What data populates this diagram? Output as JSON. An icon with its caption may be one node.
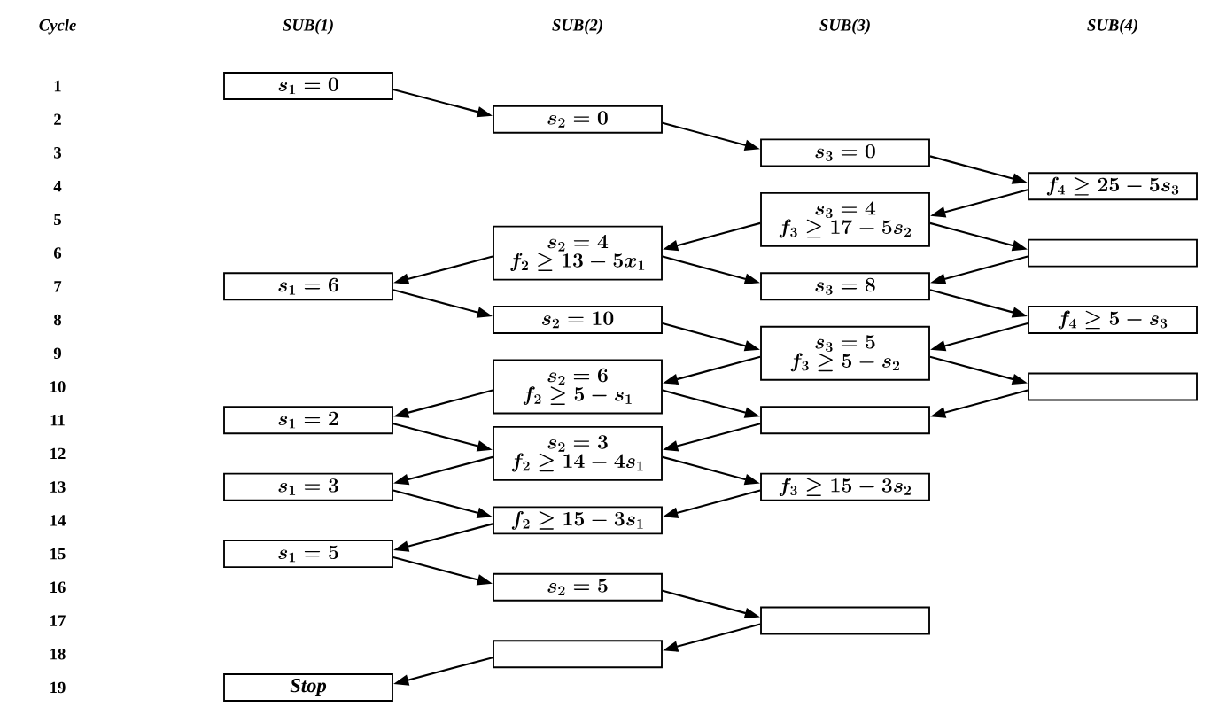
{
  "diagram": {
    "nodes": [
      {
        "text": [
          "s_1 = 0"
        ]
      },
      {
        "text": [
          "s_2 = 0"
        ]
      },
      {
        "text": [
          "s_3 = 0"
        ]
      },
      {
        "text": [
          "f_4 \\geq 25 - 5s_3"
        ]
      },
      {
        "text": [
          "s_3 = 4",
          "f_3 \\geq 17 - 5s_2"
        ]
      },
      {
        "text": [
          "s_2 = 4",
          "f_2 \\geq 13 - 5x_1"
        ]
      },
      {
        "text": [],
        "shape": "box"
      },
      {
        "text": [
          "s_1 = 6"
        ]
      },
      {
        "text": [
          "s_3 = 8"
        ]
      },
      {
        "text": [
          "s_2 = 10"
        ]
      },
      {
        "text": [
          "f_4 \\geq 5 - s_3"
        ]
      },
      {
        "text": [
          "s_3 = 5",
          "f_3 \\geq 5 - s_2"
        ]
      },
      {
        "text": [
          "s_2 = 6",
          "f_2 \\geq 5 - s_1"
        ]
      },
      {
        "text": [],
        "shape": "box"
      },
      {
        "text": [
          "s_1 = 2"
        ]
      },
      {
        "text": [],
        "shape": "box"
      },
      {
        "text": [
          "s_2 = 3",
          "f_2 \\geq 14 - 4s_1"
        ]
      },
      {
        "text": [
          "s_1 = 3"
        ]
      },
      {
        "text": [
          "f_3 \\geq 15 - 3s_2"
        ]
      },
      {
        "text": [
          "f_2 \\geq 15 - 3s_1"
        ]
      },
      {
        "text": [
          "s_1 = 5"
        ]
      },
      {
        "text": [
          "s_2 = 5"
        ]
      },
      {
        "text": [],
        "shape": "box"
      },
      {
        "text": [],
        "shape": "box"
      },
      {
        "text": [
          "Stop"
        ]
      }
    ],
    "edges": [
      {
        "from": 0,
        "to": 1,
        "arrow": "to"
      },
      {
        "from": 1,
        "to": 2,
        "arrow": "to"
      },
      {
        "from": 2,
        "to": 3,
        "arrow": "to"
      },
      {
        "from": 3,
        "to": 4,
        "arrow": "to"
      },
      {
        "from": 4,
        "to": 5,
        "arrow": "to"
      },
      {
        "from": 4,
        "to": 6,
        "arrow": "to"
      },
      {
        "from": 5,
        "to": 7,
        "arrow": "to"
      },
      {
        "from": 5,
        "to": 8,
        "arrow": "to"
      },
      {
        "from": 6,
        "to": 8,
        "arrow": "to"
      },
      {
        "from": 7,
        "to": 9,
        "arrow": "to"
      },
      {
        "from": 8,
        "to": 10,
        "arrow": "to"
      },
      {
        "from": 9,
        "to": 11,
        "arrow": "to"
      },
      {
        "from": 10,
        "to": 11,
        "arrow": "to"
      },
      {
        "from": 11,
        "to": 12,
        "arrow": "to"
      },
      {
        "from": 11,
        "to": 13,
        "arrow": "to"
      },
      {
        "from": 12,
        "to": 14,
        "arrow": "to"
      },
      {
        "from": 12,
        "to": 15,
        "arrow": "to"
      },
      {
        "from": 13,
        "to": 15,
        "arrow": "to"
      },
      {
        "from": 14,
        "to": 16,
        "arrow": "to"
      },
      {
        "from": 15,
        "to": 16,
        "arrow": "to"
      },
      {
        "from": 16,
        "to": 17,
        "arrow": "to"
      },
      {
        "from": 16,
        "to": 18,
        "arrow": "to"
      },
      {
        "from": 17,
        "to": 19,
        "arrow": "to"
      },
      {
        "from": 18,
        "to": 19,
        "arrow": "to"
      },
      {
        "from": 19,
        "to": 20,
        "arrow": "to"
      },
      {
        "from": 20,
        "to": 21,
        "arrow": "to"
      },
      {
        "from": 21,
        "to": 22,
        "arrow": "to"
      },
      {
        "from": 22,
        "to": 23,
        "arrow": "to"
      },
      {
        "from": 23,
        "to": 24,
        "arrow": "to"
      }
    ],
    "labels": [
      "Cycle",
      "SUB(1)",
      "SUB(2)",
      "SUB(3)",
      "SUB(4)",
      "1",
      "2",
      "3",
      "4",
      "5",
      "6",
      "7",
      "8",
      "9",
      "10",
      "11",
      "12",
      "13",
      "14",
      "15",
      "16",
      "17",
      "18",
      "19"
    ]
  }
}
